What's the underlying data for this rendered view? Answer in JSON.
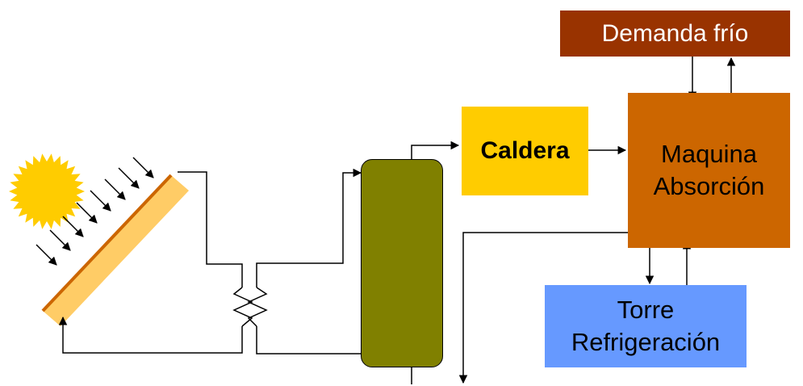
{
  "boxes": {
    "demanda": "Demanda frío",
    "caldera": "Caldera",
    "maquina": [
      "Maquina",
      "Absorción"
    ],
    "torre": [
      "Torre",
      "Refrigeración"
    ]
  },
  "colors": {
    "demanda_fill": "#993300",
    "caldera_fill": "#FFCC00",
    "maquina_fill": "#CC6600",
    "torre_fill": "#6699FF",
    "tank_fill": "#808000",
    "sun_fill": "#FFCC00",
    "panel_fill": "#FFCC66",
    "panel_edge": "#CC6600",
    "wire": "#000000"
  },
  "icons": {
    "sun": "sun-icon",
    "collector": "solar-collector-icon",
    "heat_exchanger": "heat-exchanger-icon",
    "tank": "storage-tank-icon"
  }
}
